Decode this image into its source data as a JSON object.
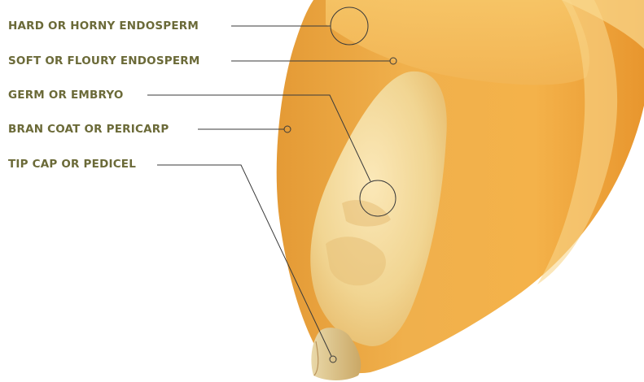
{
  "diagram": {
    "labels": {
      "hard_endosperm": "HARD OR HORNY ENDOSPERM",
      "soft_endosperm": "SOFT OR FLOURY ENDOSPERM",
      "germ": "GERM OR EMBRYO",
      "bran": "BRAN COAT OR PERICARP",
      "tip_cap": "TIP CAP OR PEDICEL"
    },
    "colors": {
      "label_text": "#6b6a38",
      "leader_line": "#3a3a3a",
      "kernel_outer": "#e9a23a",
      "kernel_inner": "#f5c46a",
      "germ": "#f3dc9e"
    }
  }
}
